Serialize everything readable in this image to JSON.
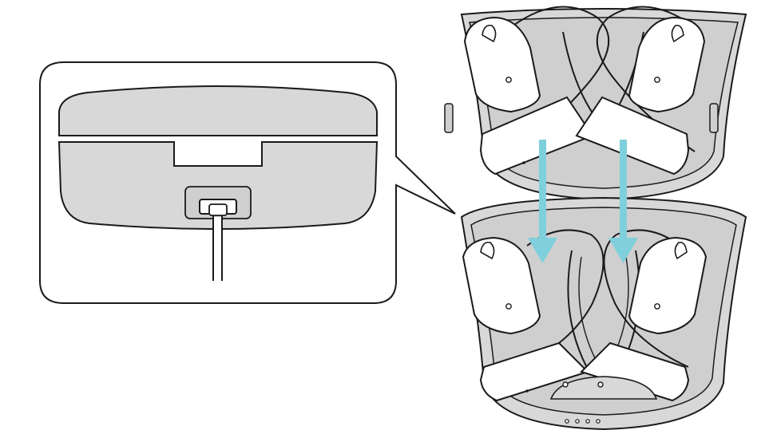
{
  "diagram": {
    "subject": "earbuds-placed-into-charging-case",
    "colors": {
      "case_fill": "#d8d8d8",
      "case_inner": "#cfcfcf",
      "earbud_fill": "#ffffff",
      "outline": "#1a1a1a",
      "arrow": "#7fcfdc",
      "callout_fill": "#ffffff"
    },
    "parts": {
      "callout": "usb-connector-callout",
      "case_lid": "case-lid-open",
      "case_base": "case-base",
      "earbuds": [
        "left-earbud",
        "right-earbud"
      ],
      "indicator_dots": 4
    }
  }
}
